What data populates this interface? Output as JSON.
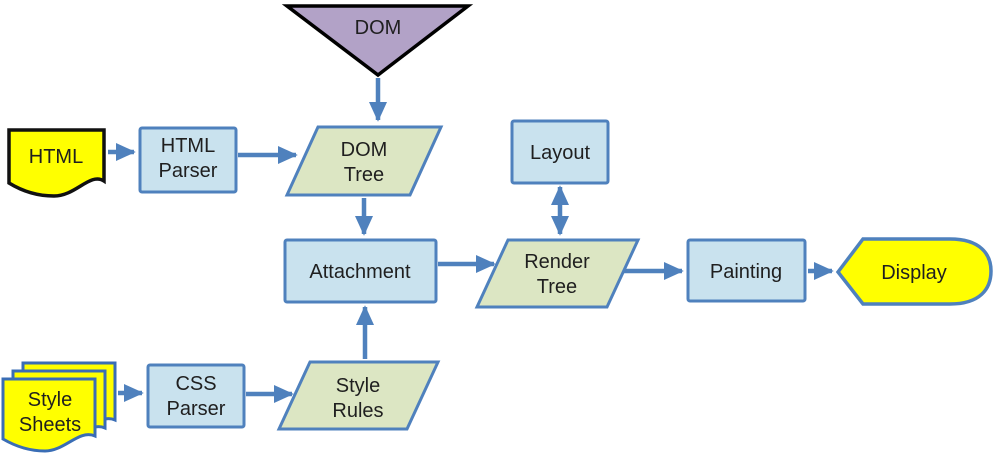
{
  "diagram_type": "flowchart",
  "subject": "browser-rendering-pipeline",
  "background": "#ffffff",
  "colors": {
    "box_fill": "#c9e2ee",
    "box_border": "#4f81bd",
    "parallelogram_fill": "#dce6c3",
    "triangle_fill": "#b2a2c7",
    "triangle_border": "#000000",
    "yellow_fill": "#ffff00",
    "document_border": "#111111",
    "sheet_border": "#3a6db5",
    "arrow": "#4f81bd",
    "text": "#1f1f1f",
    "background": "#ffffff"
  },
  "nodes": {
    "dom": {
      "label": "DOM",
      "shape": "inverted-triangle"
    },
    "html": {
      "label": "HTML",
      "shape": "document"
    },
    "html_parser": {
      "line1": "HTML",
      "line2": "Parser",
      "shape": "rectangle"
    },
    "dom_tree": {
      "line1": "DOM",
      "line2": "Tree",
      "shape": "parallelogram"
    },
    "layout": {
      "label": "Layout",
      "shape": "rectangle"
    },
    "attachment": {
      "label": "Attachment",
      "shape": "rectangle"
    },
    "render_tree": {
      "line1": "Render",
      "line2": "Tree",
      "shape": "parallelogram"
    },
    "painting": {
      "label": "Painting",
      "shape": "rectangle"
    },
    "display": {
      "label": "Display",
      "shape": "display"
    },
    "style_sheets": {
      "line1": "Style",
      "line2": "Sheets",
      "shape": "stacked-documents"
    },
    "css_parser": {
      "line1": "CSS",
      "line2": "Parser",
      "shape": "rectangle"
    },
    "style_rules": {
      "line1": "Style",
      "line2": "Rules",
      "shape": "parallelogram"
    }
  },
  "edges": [
    {
      "from": "DOM",
      "to": "DOM Tree",
      "type": "arrow"
    },
    {
      "from": "HTML",
      "to": "HTML Parser",
      "type": "arrow"
    },
    {
      "from": "HTML Parser",
      "to": "DOM Tree",
      "type": "arrow"
    },
    {
      "from": "DOM Tree",
      "to": "Attachment",
      "type": "arrow"
    },
    {
      "from": "Attachment",
      "to": "Render Tree",
      "type": "arrow"
    },
    {
      "from": "Layout",
      "to": "Render Tree",
      "type": "double-arrow"
    },
    {
      "from": "Render Tree",
      "to": "Painting",
      "type": "arrow"
    },
    {
      "from": "Painting",
      "to": "Display",
      "type": "arrow"
    },
    {
      "from": "Style Sheets",
      "to": "CSS Parser",
      "type": "arrow"
    },
    {
      "from": "CSS Parser",
      "to": "Style Rules",
      "type": "arrow"
    },
    {
      "from": "Style Rules",
      "to": "Attachment",
      "type": "arrow"
    }
  ]
}
